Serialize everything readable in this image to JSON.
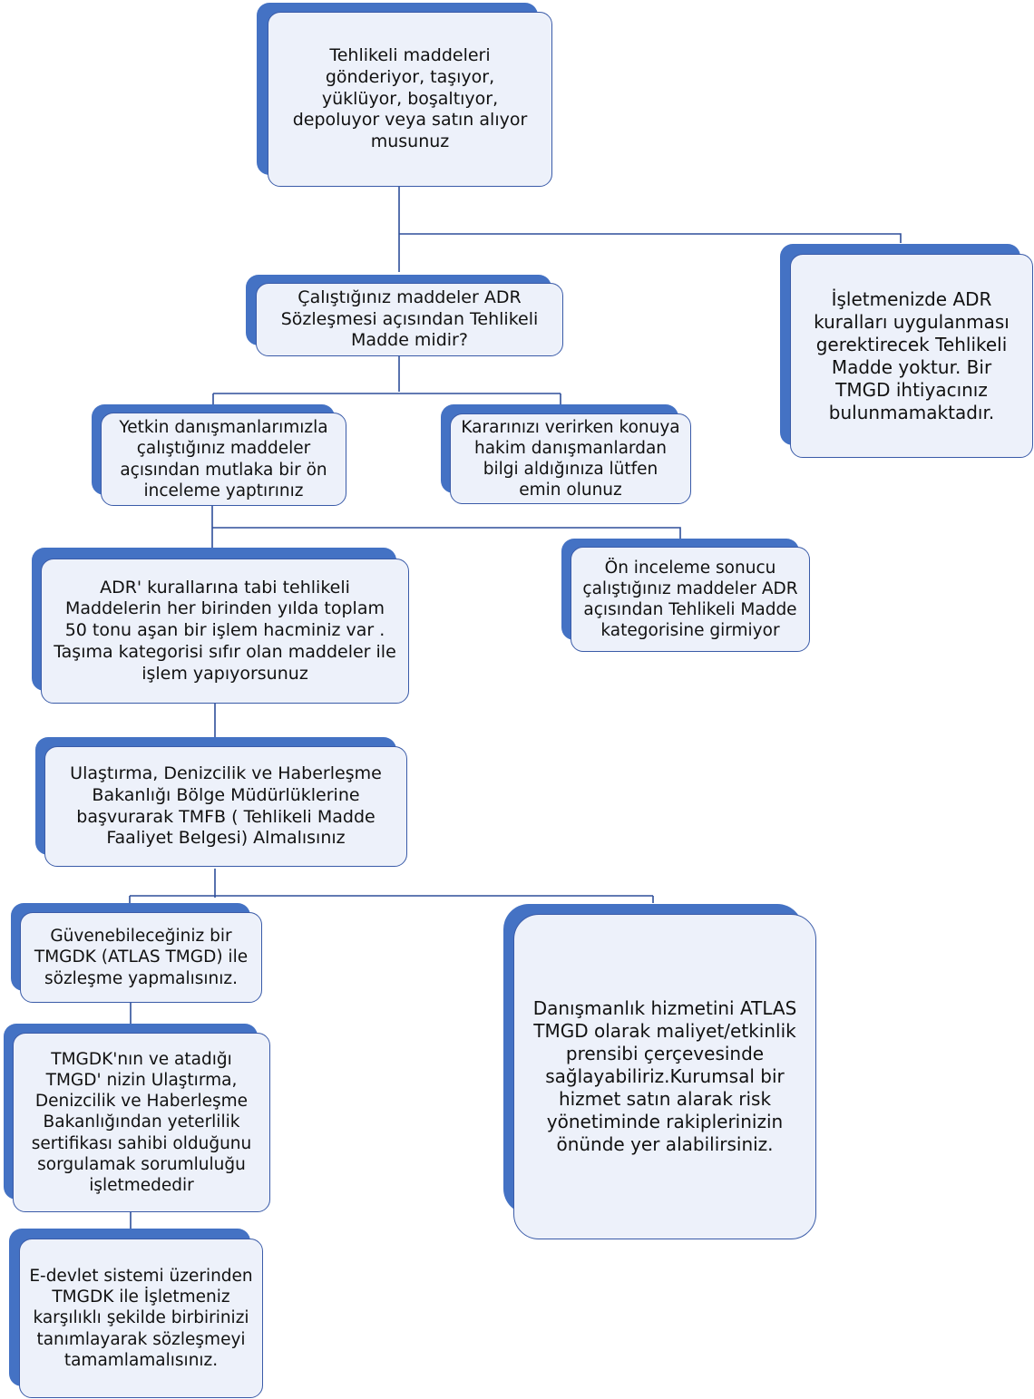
{
  "colors": {
    "accent": "#4472c4",
    "card_fill": "#edf1fa",
    "border": "#3a5ba8",
    "connector": "#2f4f9a"
  },
  "nodes": {
    "q_dangerous_goods": "Tehlikeli maddeleri gönderiyor, taşıyor, yüklüyor, boşaltıyor, depoluyor veya satın alıyor musunuz",
    "no_tmgd_needed": "İşletmenizde ADR kuralları uygulanması gerektirecek Tehlikeli Madde yoktur. Bir TMGD ihtiyacınız bulunmamaktadır.",
    "q_adr_material": "Çalıştığınız maddeler ADR Sözleşmesi açısından Tehlikeli Madde midir?",
    "pre_review": "Yetkin danışmanlarımızla çalıştığınız maddeler açısından mutlaka bir ön inceleme yaptırınız",
    "consult_experts": "Kararınızı verirken konuya hakim danışmanlardan bilgi aldığınıza lütfen emin olunuz",
    "threshold": "ADR' kurallarına tabi tehlikeli Maddelerin her birinden yılda toplam 50 tonu aşan bir işlem hacminiz var . Taşıma kategorisi sıfır olan maddeler ile işlem yapıyorsunuz",
    "not_dangerous": "Ön inceleme sonucu çalıştığınız maddeler ADR açısından Tehlikeli Madde kategorisine girmiyor",
    "tmfb": "Ulaştırma, Denizcilik ve Haberleşme Bakanlığı Bölge Müdürlüklerine başvurarak TMFB ( Tehlikeli Madde Faaliyet Belgesi) Almalısınız",
    "contract_tmgdk": "Güvenebileceğiniz bir TMGDK (ATLAS TMGD) ile sözleşme yapmalısınız.",
    "atlas_service": "Danışmanlık hizmetini ATLAS TMGD olarak maliyet/etkinlik prensibi çerçevesinde sağlayabiliriz.Kurumsal bir hizmet satın alarak risk yönetiminde rakiplerinizin önünde yer alabilirsiniz.",
    "verify_certificate": "TMGDK'nın ve atadığı TMGD' nizin Ulaştırma, Denizcilik ve Haberleşme Bakanlığından yeterlilik sertifikası sahibi olduğunu sorgulamak sorumluluğu işletmededir",
    "edevlet": "E-devlet sistemi üzerinden TMGDK ile İşletmeniz karşılıklı şekilde birbirinizi tanımlayarak sözleşmeyi tamamlamalısınız."
  }
}
